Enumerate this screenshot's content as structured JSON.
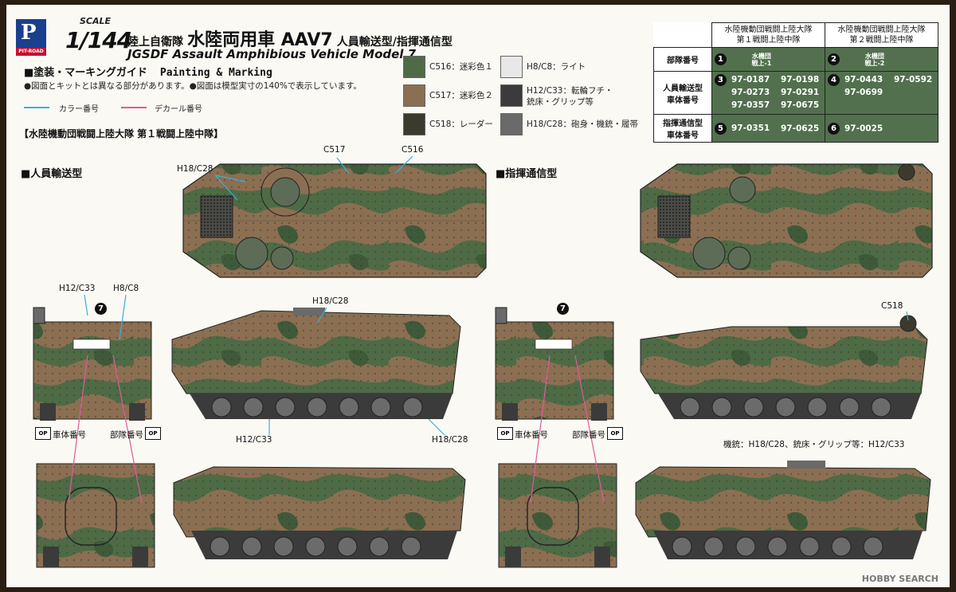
{
  "header": {
    "brand_mark": "P",
    "brand_name": "PIT-ROAD",
    "scale_label": "SCALE",
    "scale_value": "1/144",
    "title_prefix": "陸上自衛隊",
    "title_main": "水陸両用車 AAV7",
    "title_suffix": "人員輸送型/指揮通信型",
    "title_en": "JGSDF Assault Amphibious Vehicle Model 7",
    "guide_jp": "■塗装・マーキングガイド",
    "guide_en": "Painting & Marking",
    "notes": "●図面とキットとは異なる部分があります。●図面は模型実寸の140%で表示しています。"
  },
  "legend": {
    "color_number": "カラー番号",
    "decal_number": "デカール番号"
  },
  "colors": {
    "green": "#4e6b46",
    "brown": "#8c6f52",
    "dark": "#3b3a2c",
    "light": "#e8e8e8",
    "tire_dark": "#3b3b3b",
    "gun_gray": "#6a6a6a",
    "color_leader": "#3ab0d8",
    "decal_leader": "#e05a9a"
  },
  "swatches": [
    {
      "code": "C516：迷彩色１",
      "color": "#4e6b46"
    },
    {
      "code": "C517：迷彩色２",
      "color": "#8c6f52"
    },
    {
      "code": "C518：レーダー",
      "color": "#3b3a2c"
    },
    {
      "code": "H8/C8：ライト",
      "color": "#e8e8e8"
    },
    {
      "code": "H12/C33：転輪フチ・",
      "code2": "銃床・グリップ等",
      "color": "#3b3b3b"
    },
    {
      "code": "H18/C28：砲身・機銃・履帯",
      "color": "#6a6a6a"
    }
  ],
  "unit_heading": "【水陸機動団戦闘上陸大隊 第１戦闘上陸中隊】",
  "sections": {
    "personnel": "■人員輸送型",
    "command": "■指揮通信型"
  },
  "table": {
    "col1_line1": "水陸機動団戦闘上陸大隊",
    "col1_line2": "第１戦闘上陸中隊",
    "col2_line1": "水陸機動団戦闘上陸大隊",
    "col2_line2": "第２戦闘上陸中隊",
    "row1_head": "部隊番号",
    "row1_c1_num": "1",
    "row1_c1_l1": "水機団",
    "row1_c1_l2": "戦上-1",
    "row1_c2_num": "2",
    "row1_c2_l1": "水機団",
    "row1_c2_l2": "戦上-2",
    "row2_head_l1": "人員輸送型",
    "row2_head_l2": "車体番号",
    "row2_c1_num": "3",
    "row2_c1_vals": [
      "97-0187",
      "97-0198",
      "97-0273",
      "97-0291",
      "97-0357",
      "97-0675"
    ],
    "row2_c2_num": "4",
    "row2_c2_vals": [
      "97-0443",
      "97-0592",
      "97-0699"
    ],
    "row3_head_l1": "指揮通信型",
    "row3_head_l2": "車体番号",
    "row3_c1_num": "5",
    "row3_c1_vals": [
      "97-0351",
      "97-0625"
    ],
    "row3_c2_num": "6",
    "row3_c2_vals": [
      "97-0025"
    ]
  },
  "callouts": {
    "c517": "C517",
    "c516": "C516",
    "h18_top": "H18/C28",
    "h12_front": "H12/C33",
    "h8_front": "H8/C8",
    "h18_side": "H18/C28",
    "h12_track": "H12/C33",
    "h18_track": "H18/C28",
    "c518": "C518",
    "mg_note": "機銃：H18/C28、銃床・グリップ等：H12/C33",
    "hull_no": "車体番号",
    "unit_no": "部隊番号",
    "hull_no_b": "車体番号",
    "unit_no_b": "部隊番号",
    "decal7": "7",
    "decal7b": "7",
    "op": "OP"
  },
  "watermark": "HOBBY SEARCH"
}
